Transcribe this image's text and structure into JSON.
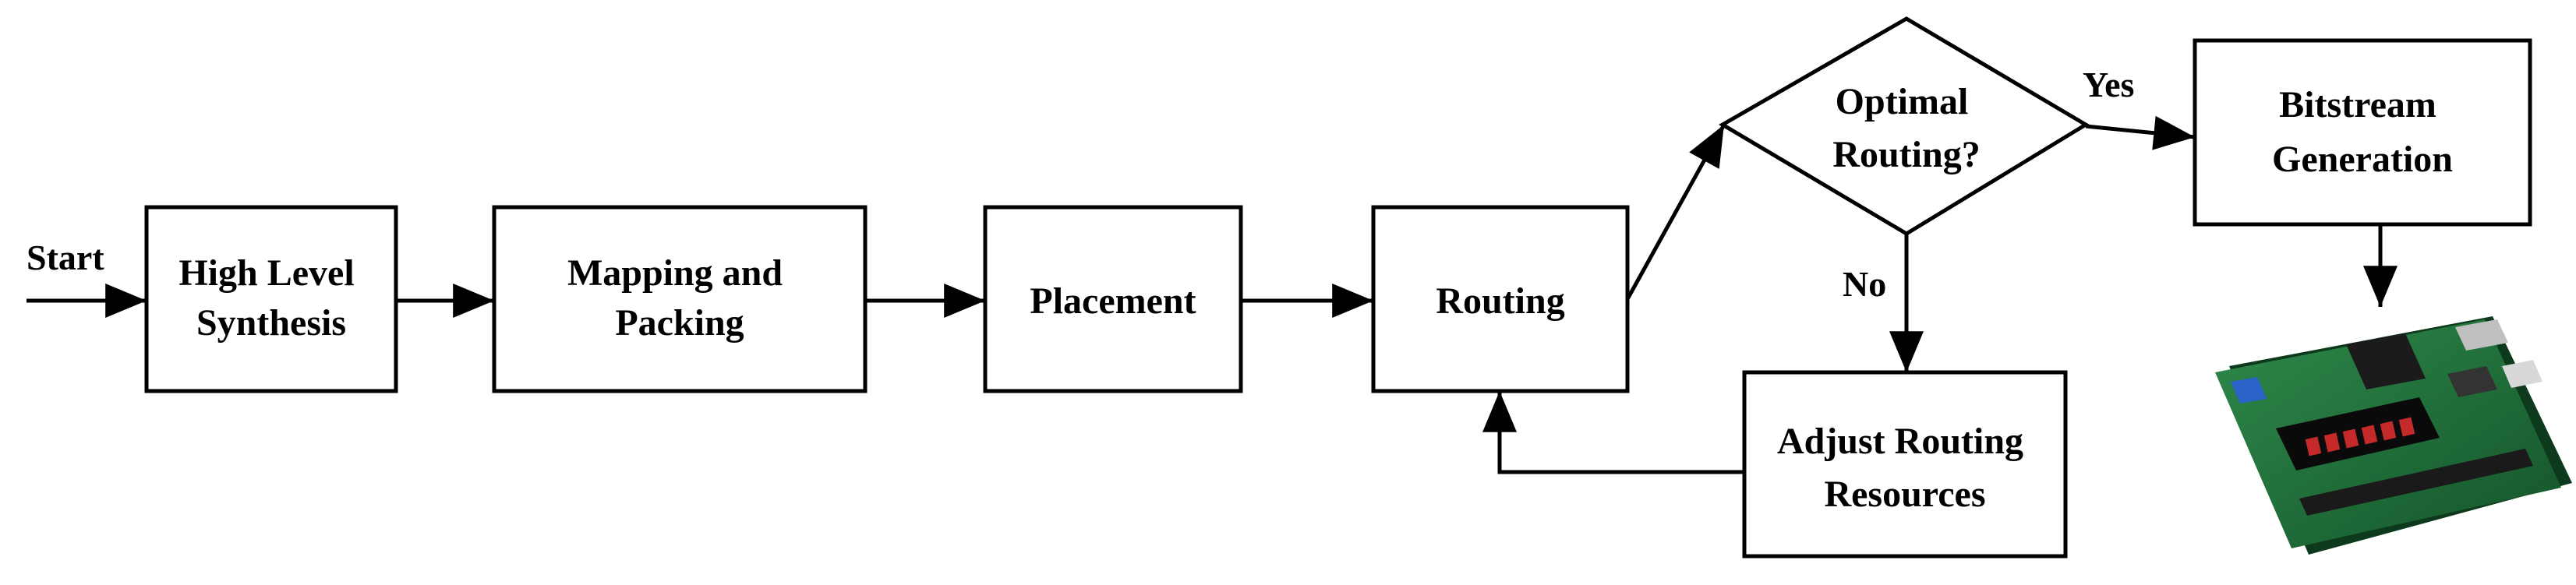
{
  "diagram": {
    "start_label": "Start",
    "nodes": {
      "hls": [
        "High Level",
        "Synthesis"
      ],
      "mapping": [
        "Mapping and",
        "Packing"
      ],
      "placement": [
        "Placement"
      ],
      "routing": [
        "Routing"
      ],
      "decision": [
        "Optimal",
        "Routing?"
      ],
      "bitstream": [
        "Bitstream",
        "Generation"
      ],
      "adjust": [
        "Adjust Routing",
        "Resources"
      ]
    },
    "edge_labels": {
      "yes": "Yes",
      "no": "No"
    },
    "board_image": "fpga-board-icon"
  }
}
